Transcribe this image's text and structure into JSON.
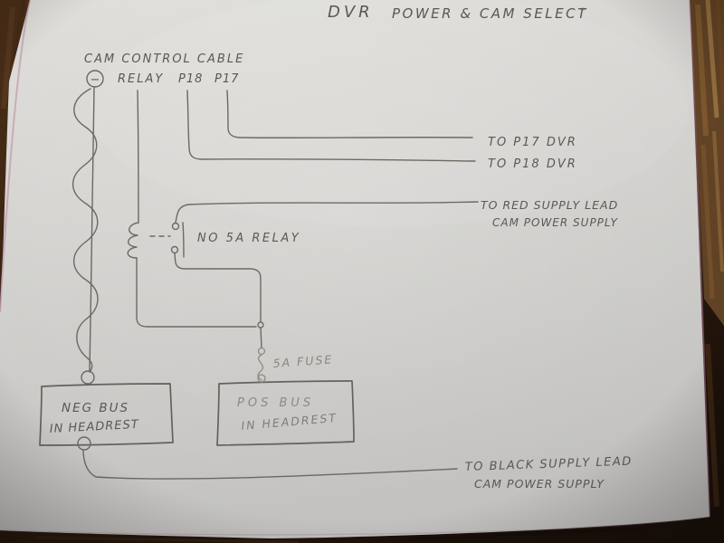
{
  "title": {
    "part1": "DVR",
    "part2": "POWER & CAM SELECT"
  },
  "schematic": {
    "top_labels": {
      "cam_control_cable": "CAM CONTROL CABLE",
      "relay": "RELAY",
      "p18": "P18",
      "p17": "P17",
      "minus_terminal": "−"
    },
    "right_labels": {
      "to_p17_dvr": "TO P17 DVR",
      "to_p18_dvr": "TO P18 DVR",
      "to_red_supply_lead": "TO RED SUPPLY LEAD",
      "cam_power_supply_red": "CAM POWER SUPPLY",
      "to_black_supply_lead": "TO BLACK SUPPLY LEAD",
      "cam_power_supply_black": "CAM POWER SUPPLY"
    },
    "components": {
      "relay_contact_label": "NO 5A RELAY",
      "fuse_label": "5A FUSE",
      "neg_bus_line1": "NEG BUS",
      "neg_bus_line2": "IN HEADREST",
      "pos_bus_line1": "POS BUS",
      "pos_bus_line2": "IN HEADREST"
    },
    "colors": {
      "pencil": "#6e6b65",
      "paper_light": "#e8e6e2",
      "paper_dark": "#c9c8c6",
      "wood_dark": "#22150c",
      "wood_light": "#9a7342"
    }
  }
}
